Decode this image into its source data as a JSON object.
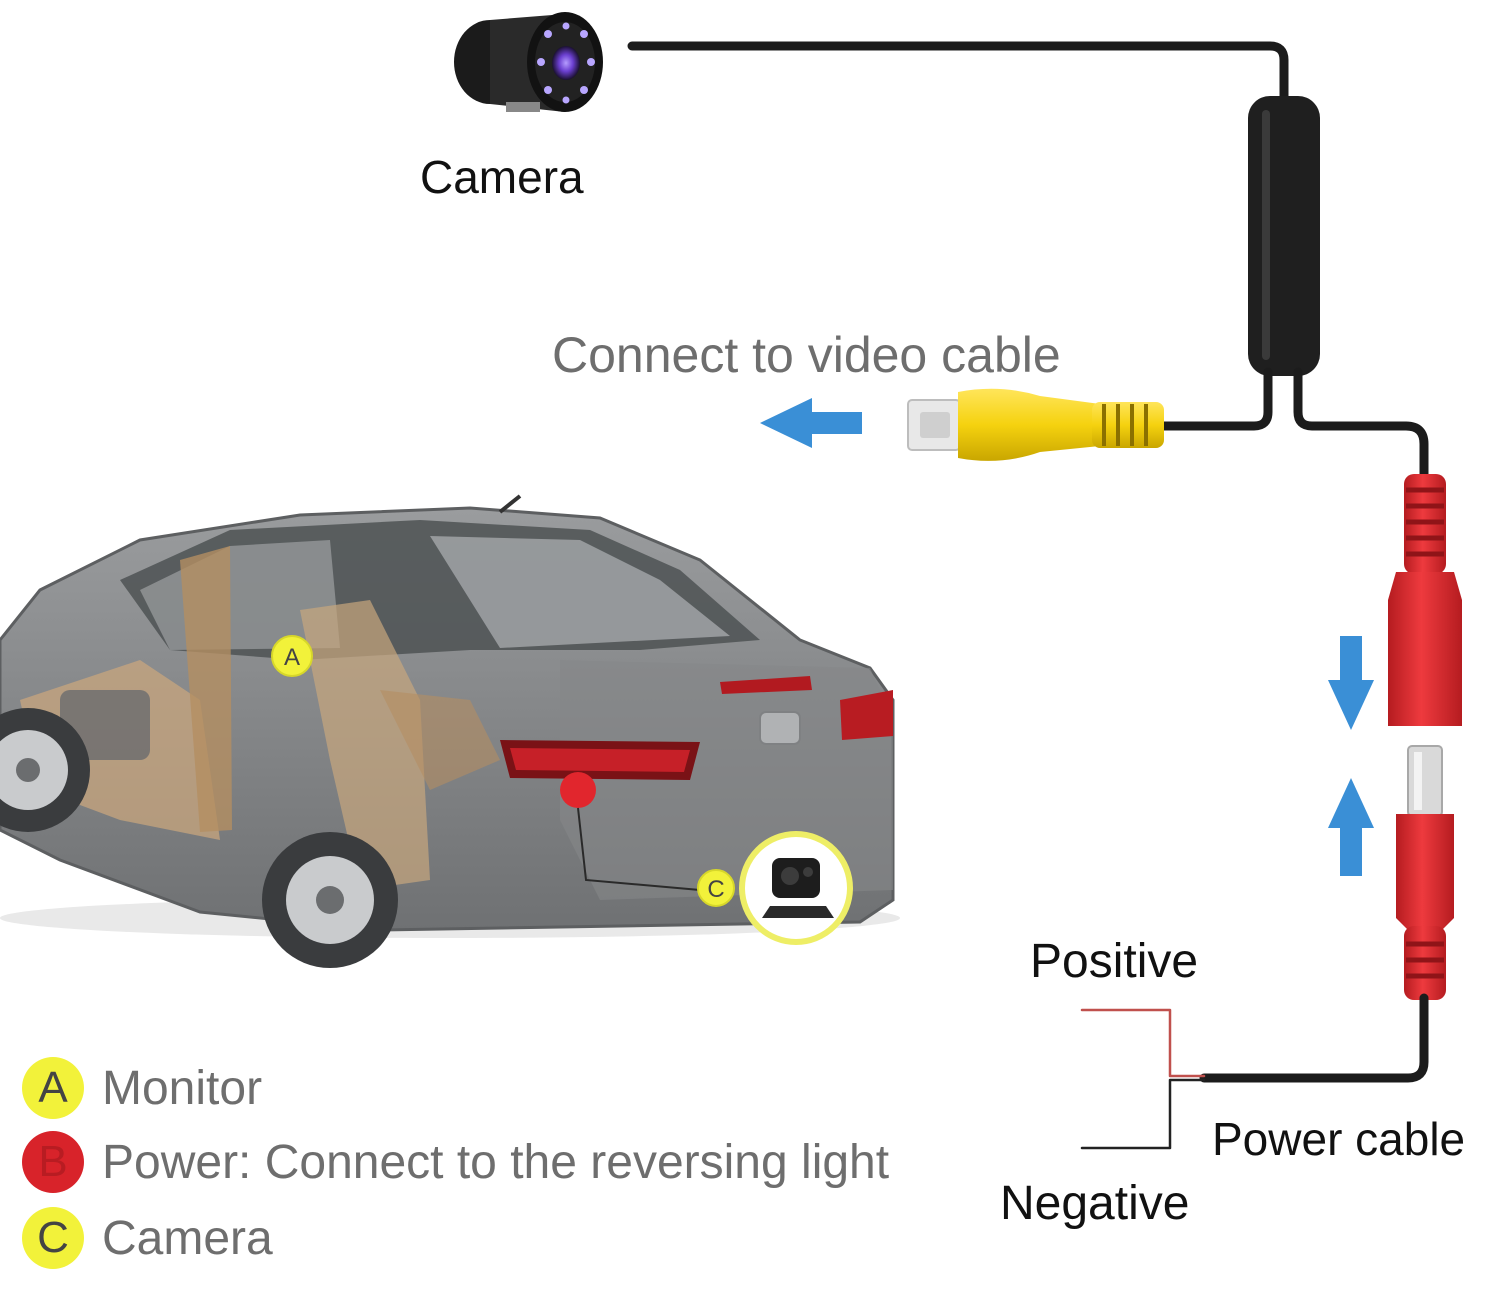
{
  "labels": {
    "camera_title": "Camera",
    "video_cable": "Connect  to video cable",
    "positive": "Positive",
    "power_cable": "Power cable",
    "negative": "Negative"
  },
  "car_markers": {
    "monitor": "A",
    "camera": "C"
  },
  "legend": [
    {
      "letter": "A",
      "text": "Monitor",
      "color": "#f2f23a"
    },
    {
      "letter": "B",
      "text": "Power: Connect to the reversing light",
      "color": "#d8232a"
    },
    {
      "letter": "C",
      "text": "Camera",
      "color": "#f2f23a"
    }
  ],
  "colors": {
    "cable": "#1c1c1c",
    "rca_plug": "#f5d20f",
    "power_plug": "#e0262b",
    "arrow": "#3a8fd6",
    "positive_wire": "#c0504d",
    "negative_wire": "#222222"
  }
}
